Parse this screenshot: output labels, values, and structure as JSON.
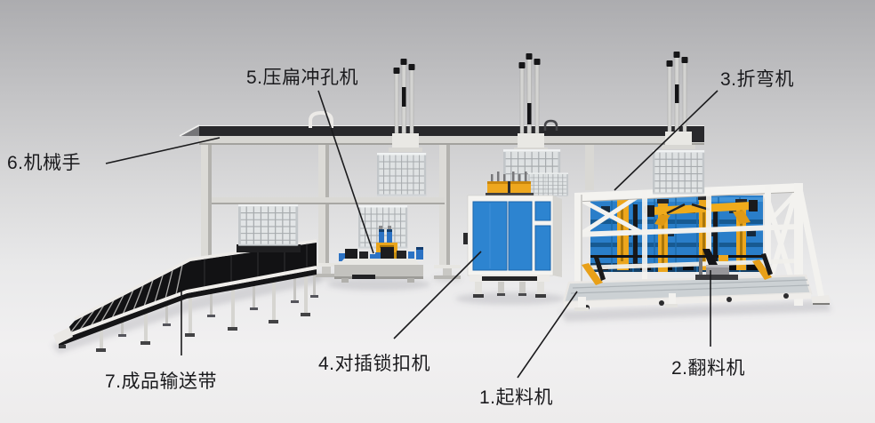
{
  "diagram": {
    "type": "annotated-3d-render",
    "subject": "pallet-cage production line",
    "labels": {
      "material_lifter": {
        "number": "1",
        "text": "1.起料机"
      },
      "material_flipper": {
        "number": "2",
        "text": "2.翻料机"
      },
      "bending_machine": {
        "number": "3",
        "text": "3.折弯机"
      },
      "interlock_machine": {
        "number": "4",
        "text": "4.对插锁扣机"
      },
      "flatten_punch": {
        "number": "5",
        "text": "5.压扁冲孔机"
      },
      "robotic_arm": {
        "number": "6",
        "text": "6.机械手"
      },
      "product_conveyor": {
        "number": "7",
        "text": "7.成品输送带"
      }
    },
    "palette": {
      "background_top": "#adadb0",
      "background_floor": "#f0eff0",
      "machine_frame_white": "#f3f2ef",
      "panel_blue": "#2d84d0",
      "accent_yellow": "#efa81f",
      "belt_black": "#141416",
      "label_text": "#1a1a1d",
      "leader_line": "#1b1b1d"
    }
  }
}
